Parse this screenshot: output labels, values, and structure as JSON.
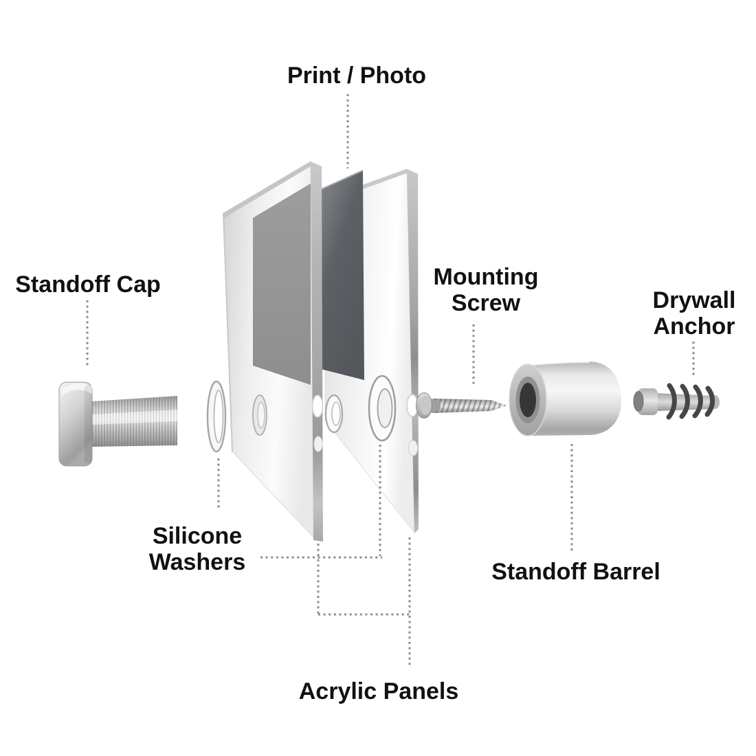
{
  "diagram": {
    "background": "#ffffff",
    "text_color": "#111111",
    "leader_dot_color": "#8c8c8c",
    "labels": {
      "print_photo": "Print / Photo",
      "standoff_cap": "Standoff Cap",
      "mounting_screw": [
        "Mounting",
        "Screw"
      ],
      "drywall_anchor": [
        "Drywall",
        "Anchor"
      ],
      "silicone_washers": [
        "Silicone",
        "Washers"
      ],
      "standoff_barrel": "Standoff Barrel",
      "acrylic_panels": "Acrylic Panels"
    },
    "part_colors": {
      "metal_highlight": "#f2f2f2",
      "metal_mid": "#bdbdbd",
      "metal_shadow": "#8a8a8a",
      "print_dark": "#5a5d61",
      "panel_light": "#efefef"
    }
  }
}
